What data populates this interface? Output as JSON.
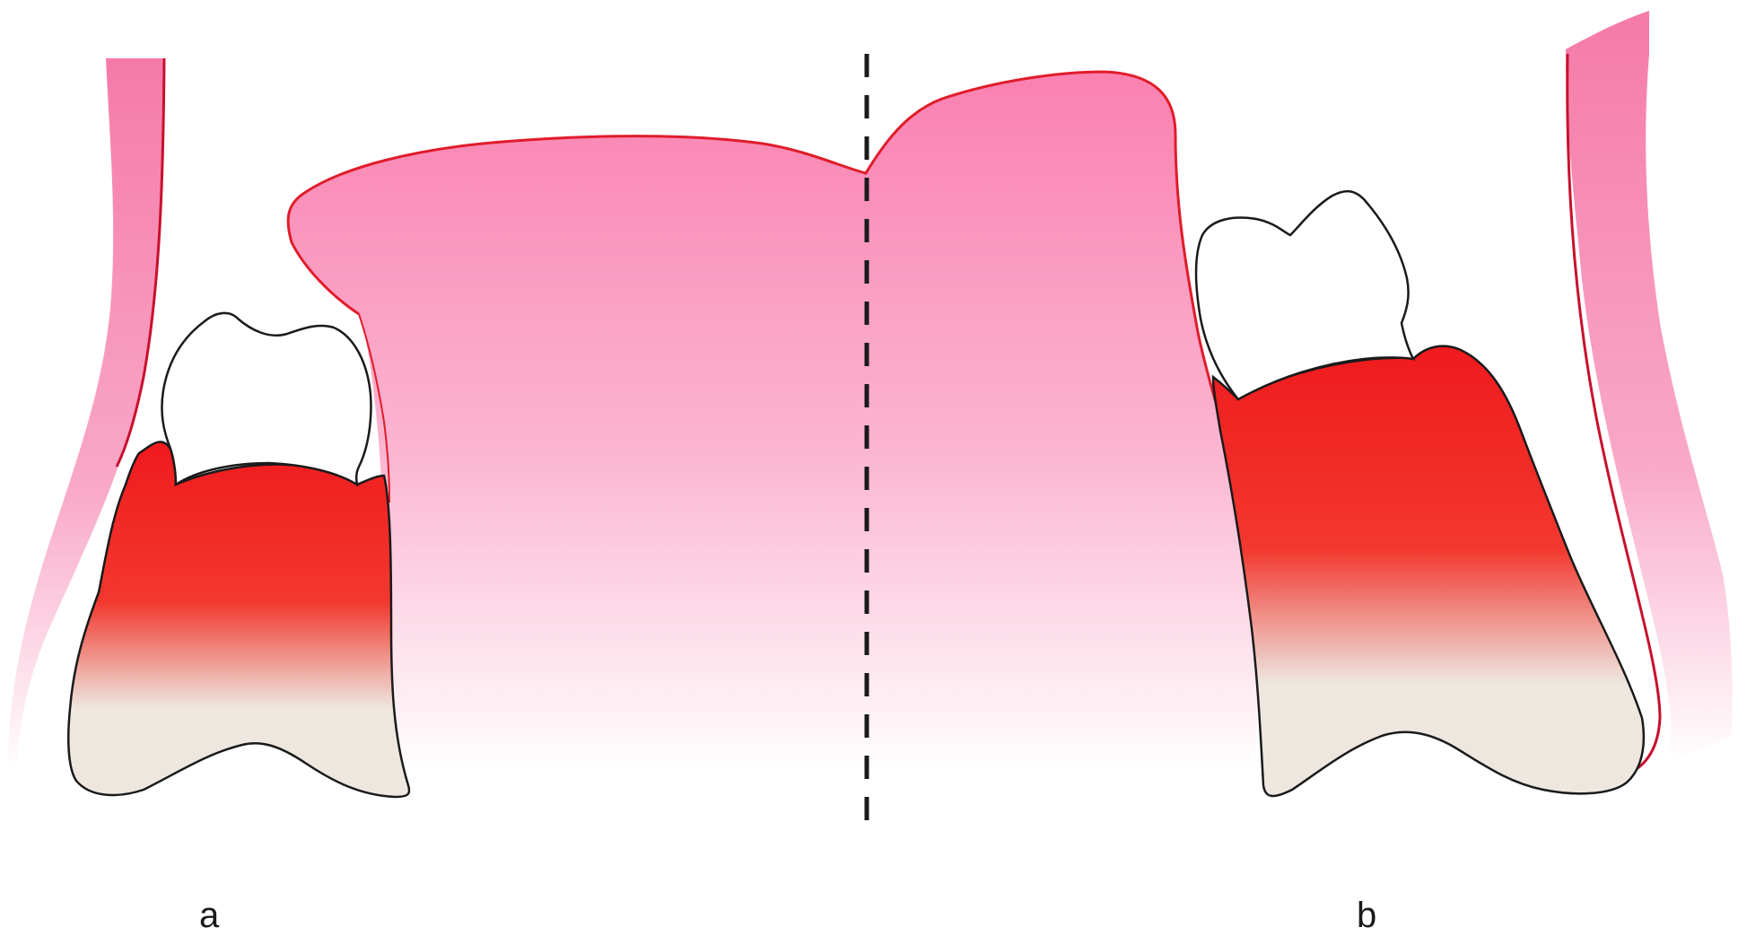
{
  "figure": {
    "labels": {
      "left": "a",
      "right": "b"
    },
    "colors": {
      "tongue_top": "#fa80b0",
      "tongue_bottom": "#ffffff",
      "tongue_outline": "#e01c2a",
      "tooth_root_top": "#f01a1e",
      "tooth_root_bottom": "#ede7e0",
      "tooth_crown": "#ffffff",
      "tooth_outline": "#1a1a1a",
      "cheek": "#f57aa8",
      "midline": "#1a1a1a"
    },
    "midline_style": "dashed"
  }
}
